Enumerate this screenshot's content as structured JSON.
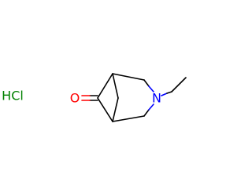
{
  "structure": {
    "atoms": {
      "oxygen": {
        "label": "O",
        "color": "#ff0000"
      },
      "nitrogen": {
        "label": "N",
        "color": "#0000ff"
      }
    },
    "counterion": {
      "label": "HCl",
      "color": "#008000"
    }
  }
}
